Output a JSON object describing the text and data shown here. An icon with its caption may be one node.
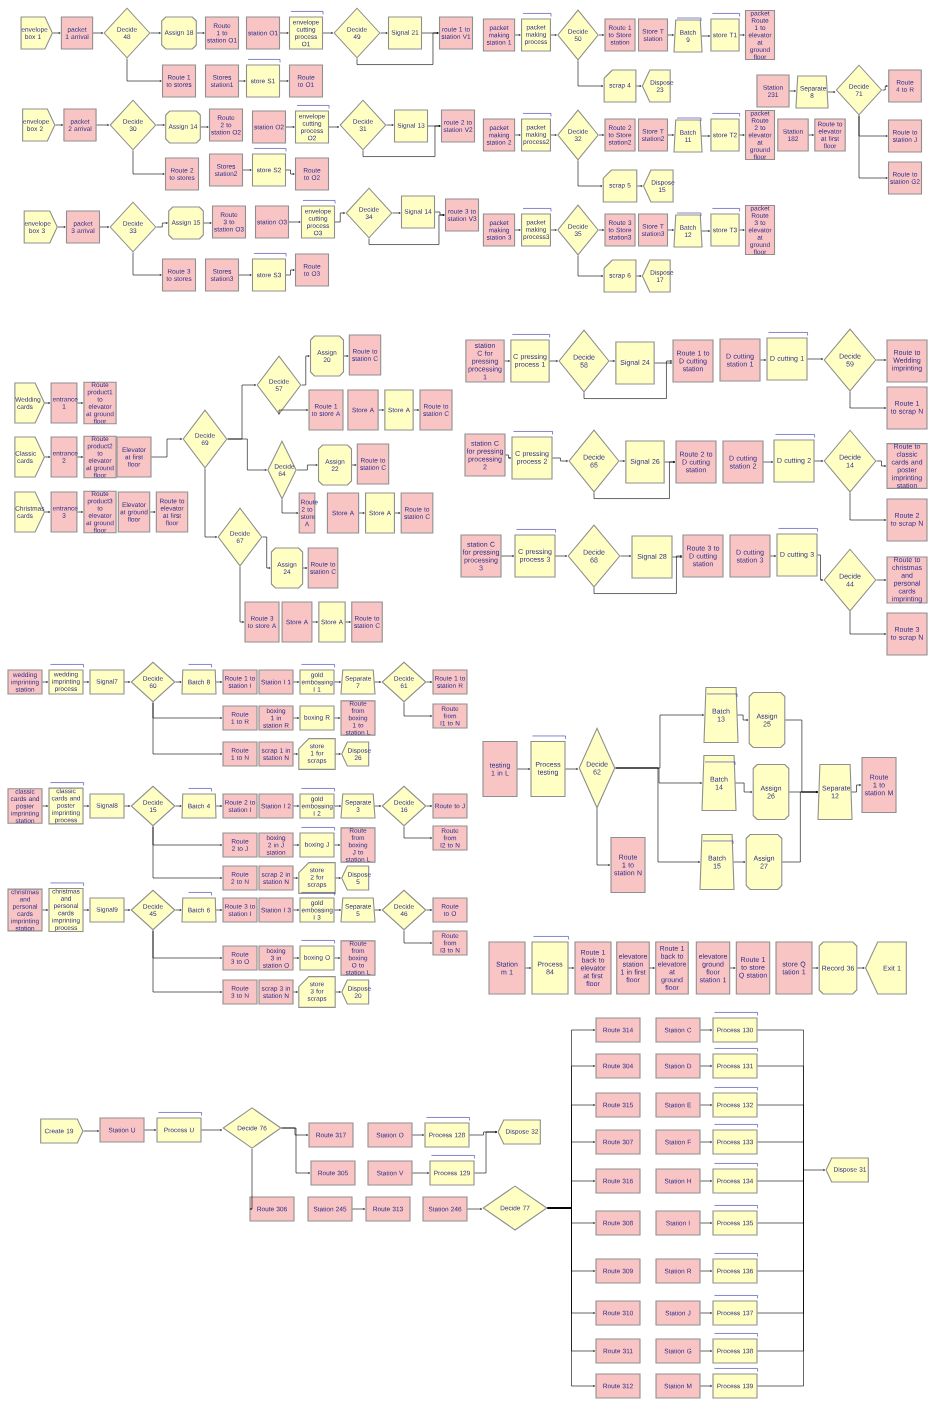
{
  "diagram": {
    "nodes": [
      {
        "text": [
          "envelope box 1"
        ]
      },
      {
        "text": [
          "packet 1 arrival"
        ]
      },
      {
        "text": [
          "Decide 48"
        ]
      },
      {
        "text": [
          "Assign 18"
        ]
      },
      {
        "text": [
          "Route 1 to station O1"
        ]
      },
      {
        "text": [
          "station O1"
        ]
      },
      {
        "text": [
          "envelope cutting process O1"
        ]
      },
      {
        "text": [
          "Decide 49"
        ]
      },
      {
        "text": [
          "Signal 21"
        ]
      },
      {
        "text": [
          "route 1 to station V1"
        ]
      },
      {
        "text": [
          "Route 1 to stores"
        ]
      },
      {
        "text": [
          "Stores station1"
        ]
      },
      {
        "text": [
          "store S1"
        ]
      },
      {
        "text": [
          "Route to O1"
        ]
      },
      {
        "text": [
          "envelope box 2"
        ]
      },
      {
        "text": [
          "packet 2 arrival"
        ]
      },
      {
        "text": [
          "Decide 30"
        ]
      },
      {
        "text": [
          "Assign 14"
        ]
      },
      {
        "text": [
          "Route 2 to station O2"
        ]
      },
      {
        "text": [
          "station O2"
        ]
      },
      {
        "text": [
          "envelope cutting process O2"
        ]
      },
      {
        "text": [
          "Decide 31"
        ]
      },
      {
        "text": [
          "Signal 13"
        ]
      },
      {
        "text": [
          "route 2 to station V2"
        ]
      },
      {
        "text": [
          "Route 2 to stores"
        ]
      },
      {
        "text": [
          "Stores station2"
        ]
      },
      {
        "text": [
          "store S2"
        ]
      },
      {
        "text": [
          "Route to O2"
        ]
      },
      {
        "text": [
          "envelope box 3"
        ]
      },
      {
        "text": [
          "packet 3 arrival"
        ]
      },
      {
        "text": [
          "Decide 33"
        ]
      },
      {
        "text": [
          "Assign 15"
        ]
      },
      {
        "text": [
          "Route 3 to station O3"
        ]
      },
      {
        "text": [
          "station O3"
        ]
      },
      {
        "text": [
          "envelope cutting process O3"
        ]
      },
      {
        "text": [
          "Decide 34"
        ]
      },
      {
        "text": [
          "Signal 14"
        ]
      },
      {
        "text": [
          "route 3 to station V3"
        ]
      },
      {
        "text": [
          "Route 3 to stores"
        ]
      },
      {
        "text": [
          "Stores station3"
        ]
      },
      {
        "text": [
          "store S3"
        ]
      },
      {
        "text": [
          "Route to O3"
        ]
      },
      {
        "text": [
          "packet making station 1"
        ]
      },
      {
        "text": [
          "packet making process"
        ]
      },
      {
        "text": [
          "Decide 50"
        ]
      },
      {
        "text": [
          "Route 1 to Store station"
        ]
      },
      {
        "text": [
          "Store T station"
        ]
      },
      {
        "text": [
          "Batch 9"
        ]
      },
      {
        "text": [
          "store T1"
        ]
      },
      {
        "text": [
          "packet Route 1 to elevator at ground floor"
        ]
      },
      {
        "text": [
          "scrap 4"
        ]
      },
      {
        "text": [
          "Dispose 23"
        ]
      },
      {
        "text": [
          "packet making station 2"
        ]
      },
      {
        "text": [
          "packet making process2"
        ]
      },
      {
        "text": [
          "Decide 32"
        ]
      },
      {
        "text": [
          "Route 2 to Store station2"
        ]
      },
      {
        "text": [
          "Store T station2"
        ]
      },
      {
        "text": [
          "Batch 11"
        ]
      },
      {
        "text": [
          "store T2"
        ]
      },
      {
        "text": [
          "packet Route 2 to elevator at ground floor"
        ]
      },
      {
        "text": [
          "Station 182"
        ]
      },
      {
        "text": [
          "Route to elevator at first floor"
        ]
      },
      {
        "text": [
          "scrap 5"
        ]
      },
      {
        "text": [
          "Dispose 15"
        ]
      },
      {
        "text": [
          "packet making station 3"
        ]
      },
      {
        "text": [
          "packet making process3"
        ]
      },
      {
        "text": [
          "Decide 35"
        ]
      },
      {
        "text": [
          "Route 3 to Store station3"
        ]
      },
      {
        "text": [
          "Store T station3"
        ]
      },
      {
        "text": [
          "Batch 12"
        ]
      },
      {
        "text": [
          "store T3"
        ]
      },
      {
        "text": [
          "packet Route 3 to elevator at ground floor"
        ]
      },
      {
        "text": [
          "scrap 6"
        ]
      },
      {
        "text": [
          "Dispose 17"
        ]
      },
      {
        "text": [
          "Station 231"
        ]
      },
      {
        "text": [
          "Separate 8"
        ]
      },
      {
        "text": [
          "Decide 71"
        ]
      },
      {
        "text": [
          "Route 4 to R"
        ]
      },
      {
        "text": [
          "Route to station J"
        ]
      },
      {
        "text": [
          "Route to station G2"
        ]
      },
      {
        "text": [
          "Wedding cards"
        ]
      },
      {
        "text": [
          "entrance 1"
        ]
      },
      {
        "text": [
          "Route product1 to elevator at ground floor"
        ]
      },
      {
        "text": [
          "Classic cards"
        ]
      },
      {
        "text": [
          "entrance 2"
        ]
      },
      {
        "text": [
          "Route product2 to elevator at ground floor"
        ]
      },
      {
        "text": [
          "Elevator at first floor"
        ]
      },
      {
        "text": [
          "Christmas cards"
        ]
      },
      {
        "text": [
          "entrance 3"
        ]
      },
      {
        "text": [
          "Route product3 to elevator at ground floor"
        ]
      },
      {
        "text": [
          "Elevator at ground floor"
        ]
      },
      {
        "text": [
          "Route to elevator at first floor"
        ]
      },
      {
        "text": [
          "Decide 69"
        ]
      },
      {
        "text": [
          "Decide 57"
        ]
      },
      {
        "text": [
          "Assign 20"
        ]
      },
      {
        "text": [
          "Route to station C"
        ]
      },
      {
        "text": [
          "Route 1 to store A"
        ]
      },
      {
        "text": [
          "Store A"
        ]
      },
      {
        "text": [
          "Store A"
        ]
      },
      {
        "text": [
          "Route to station C"
        ]
      },
      {
        "text": [
          "Decide 64"
        ]
      },
      {
        "text": [
          "Assign 22"
        ]
      },
      {
        "text": [
          "Route to station C"
        ]
      },
      {
        "text": [
          "Route 2 to store A"
        ]
      },
      {
        "text": [
          "Store A"
        ]
      },
      {
        "text": [
          "Store A"
        ]
      },
      {
        "text": [
          "Route to station C"
        ]
      },
      {
        "text": [
          "Decide 67"
        ]
      },
      {
        "text": [
          "Assign 24"
        ]
      },
      {
        "text": [
          "Route to station C"
        ]
      },
      {
        "text": [
          "Route 3 to store A"
        ]
      },
      {
        "text": [
          "Store A"
        ]
      },
      {
        "text": [
          "Store A"
        ]
      },
      {
        "text": [
          "Route to station C"
        ]
      },
      {
        "text": [
          "station C for pressing processing 1"
        ]
      },
      {
        "text": [
          "C pressing process 1"
        ]
      },
      {
        "text": [
          "Decide 58"
        ]
      },
      {
        "text": [
          "Signal 24"
        ]
      },
      {
        "text": [
          "Route 1 to D cutting station"
        ]
      },
      {
        "text": [
          "D cutting station 1"
        ]
      },
      {
        "text": [
          "D cutting 1"
        ]
      },
      {
        "text": [
          "Decide 59"
        ]
      },
      {
        "text": [
          "Route to Wedding imprinting"
        ]
      },
      {
        "text": [
          "Route 1 to scrap N"
        ]
      },
      {
        "text": [
          "station C for pressing processing 2"
        ]
      },
      {
        "text": [
          "C pressing process 2"
        ]
      },
      {
        "text": [
          "Decide 65"
        ]
      },
      {
        "text": [
          "Signal 26"
        ]
      },
      {
        "text": [
          "Route 2 to D cutting station"
        ]
      },
      {
        "text": [
          "D cutting station 2"
        ]
      },
      {
        "text": [
          "D cutting 2"
        ]
      },
      {
        "text": [
          "Decide 14"
        ]
      },
      {
        "text": [
          "Route to classic cards and poster imprinting station"
        ]
      },
      {
        "text": [
          "Route 2 to scrap N"
        ]
      },
      {
        "text": [
          "station C for pressing processing 3"
        ]
      },
      {
        "text": [
          "C pressing process 3"
        ]
      },
      {
        "text": [
          "Decide 68"
        ]
      },
      {
        "text": [
          "Signal 28"
        ]
      },
      {
        "text": [
          "Route 3 to D cutting station"
        ]
      },
      {
        "text": [
          "D cutting station 3"
        ]
      },
      {
        "text": [
          "D cutting 3"
        ]
      },
      {
        "text": [
          "Decide 44"
        ]
      },
      {
        "text": [
          "Route to christmas and personal cards imprinting"
        ]
      },
      {
        "text": [
          "Route 3 to scrap N"
        ]
      },
      {
        "text": [
          "wedding imprinting station"
        ]
      },
      {
        "text": [
          "wedding imprinting process"
        ]
      },
      {
        "text": [
          "Signal7"
        ]
      },
      {
        "text": [
          "Decide 60"
        ]
      },
      {
        "text": [
          "Batch 8"
        ]
      },
      {
        "text": [
          "Route 1 to station I"
        ]
      },
      {
        "text": [
          "Station I 1"
        ]
      },
      {
        "text": [
          "gold embossing I 1"
        ]
      },
      {
        "text": [
          "Separate 7"
        ]
      },
      {
        "text": [
          "Decide 61"
        ]
      },
      {
        "text": [
          "Route 1 to station R"
        ]
      },
      {
        "text": [
          "Route from I1 to N"
        ]
      },
      {
        "text": [
          "Route 1 to R"
        ]
      },
      {
        "text": [
          "boxing 1 in station R"
        ]
      },
      {
        "text": [
          "boxing R"
        ]
      },
      {
        "text": [
          "Route from boxing 1 to station L"
        ]
      },
      {
        "text": [
          "Route 1 to N"
        ]
      },
      {
        "text": [
          "scrap 1 in station N"
        ]
      },
      {
        "text": [
          "store 1 for scraps"
        ]
      },
      {
        "text": [
          "Dispose 26"
        ]
      },
      {
        "text": [
          "classic cards and poster imprinting station"
        ]
      },
      {
        "text": [
          "classic cards and poster imprinting process"
        ]
      },
      {
        "text": [
          "Signal8"
        ]
      },
      {
        "text": [
          "Decide 15"
        ]
      },
      {
        "text": [
          "Batch 4"
        ]
      },
      {
        "text": [
          "Route 2 to station I"
        ]
      },
      {
        "text": [
          "Station I 2"
        ]
      },
      {
        "text": [
          "gold embossing I 2"
        ]
      },
      {
        "text": [
          "Separate 3"
        ]
      },
      {
        "text": [
          "Decide 16"
        ]
      },
      {
        "text": [
          "Route to J"
        ]
      },
      {
        "text": [
          "Route from I2 to N"
        ]
      },
      {
        "text": [
          "Route 2 to J"
        ]
      },
      {
        "text": [
          "boxing 2 in J station"
        ]
      },
      {
        "text": [
          "boxing J"
        ]
      },
      {
        "text": [
          "Route from boxing J to station L"
        ]
      },
      {
        "text": [
          "Route 2 to N"
        ]
      },
      {
        "text": [
          "scrap 2 in station N"
        ]
      },
      {
        "text": [
          "store 2 for scraps"
        ]
      },
      {
        "text": [
          "Dispose 5"
        ]
      },
      {
        "text": [
          "christmas and personal cards imprinting station"
        ]
      },
      {
        "text": [
          "christmas and personal cards imprinting process"
        ]
      },
      {
        "text": [
          "Signal9"
        ]
      },
      {
        "text": [
          "Decide 45"
        ]
      },
      {
        "text": [
          "Batch 6"
        ]
      },
      {
        "text": [
          "Route 3 to station I"
        ]
      },
      {
        "text": [
          "Station I 3"
        ]
      },
      {
        "text": [
          "gold embossing I 3"
        ]
      },
      {
        "text": [
          "Separate 5"
        ]
      },
      {
        "text": [
          "Decide 46"
        ]
      },
      {
        "text": [
          "Route to O"
        ]
      },
      {
        "text": [
          "Route from I3 to N"
        ]
      },
      {
        "text": [
          "Route 3 to O"
        ]
      },
      {
        "text": [
          "boxing 3 in station O"
        ]
      },
      {
        "text": [
          "boxing O"
        ]
      },
      {
        "text": [
          "Route from boxing O to station L"
        ]
      },
      {
        "text": [
          "Route 3 to N"
        ]
      },
      {
        "text": [
          "scrap 3 in station N"
        ]
      },
      {
        "text": [
          "store 3 for scraps"
        ]
      },
      {
        "text": [
          "Dispose 20"
        ]
      },
      {
        "text": [
          "testing 1 in L"
        ]
      },
      {
        "text": [
          "Process testing"
        ]
      },
      {
        "text": [
          "Decide 62"
        ]
      },
      {
        "text": [
          "Batch 13"
        ]
      },
      {
        "text": [
          "Assign 25"
        ]
      },
      {
        "text": [
          "Batch 14"
        ]
      },
      {
        "text": [
          "Assign 26"
        ]
      },
      {
        "text": [
          "Batch 15"
        ]
      },
      {
        "text": [
          "Assign 27"
        ]
      },
      {
        "text": [
          "Separate 12"
        ]
      },
      {
        "text": [
          "Route 1 to station M"
        ]
      },
      {
        "text": [
          "Route 1 to station N"
        ]
      },
      {
        "text": [
          "Station m 1"
        ]
      },
      {
        "text": [
          "Process 84"
        ]
      },
      {
        "text": [
          "Route 1 back to elevator at first floor"
        ]
      },
      {
        "text": [
          "elevatore station 1 in first floor"
        ]
      },
      {
        "text": [
          "Route 1 back to elevatore at ground floor"
        ]
      },
      {
        "text": [
          "elevatore ground floor station 1"
        ]
      },
      {
        "text": [
          "Route 1 to store Q station"
        ]
      },
      {
        "text": [
          "store Q tation 1"
        ]
      },
      {
        "text": [
          "Record 36"
        ]
      },
      {
        "text": [
          "Exit 1"
        ]
      },
      {
        "text": [
          "Create 19"
        ]
      },
      {
        "text": [
          "Station U"
        ]
      },
      {
        "text": [
          "Process U"
        ]
      },
      {
        "text": [
          "Decide 76"
        ]
      },
      {
        "text": [
          "Route 317"
        ]
      },
      {
        "text": [
          "Station O"
        ]
      },
      {
        "text": [
          "Process 128"
        ]
      },
      {
        "text": [
          "Dispose 32"
        ]
      },
      {
        "text": [
          "Route 305"
        ]
      },
      {
        "text": [
          "Station V"
        ]
      },
      {
        "text": [
          "Process 129"
        ]
      },
      {
        "text": [
          "Route 306"
        ]
      },
      {
        "text": [
          "Station 245"
        ]
      },
      {
        "text": [
          "Route 313"
        ]
      },
      {
        "text": [
          "Station 246"
        ]
      },
      {
        "text": [
          "Decide 77"
        ]
      },
      {
        "text": [
          "Route 314"
        ]
      },
      {
        "text": [
          "Station C"
        ]
      },
      {
        "text": [
          "Process 130"
        ]
      },
      {
        "text": [
          "Route 304"
        ]
      },
      {
        "text": [
          "Station D"
        ]
      },
      {
        "text": [
          "Process 131"
        ]
      },
      {
        "text": [
          "Route 315"
        ]
      },
      {
        "text": [
          "Station E"
        ]
      },
      {
        "text": [
          "Process 132"
        ]
      },
      {
        "text": [
          "Route 307"
        ]
      },
      {
        "text": [
          "Station F"
        ]
      },
      {
        "text": [
          "Process 133"
        ]
      },
      {
        "text": [
          "Route 316"
        ]
      },
      {
        "text": [
          "Station H"
        ]
      },
      {
        "text": [
          "Process 134"
        ]
      },
      {
        "text": [
          "Route 308"
        ]
      },
      {
        "text": [
          "Station I"
        ]
      },
      {
        "text": [
          "Process 135"
        ]
      },
      {
        "text": [
          "Route 309"
        ]
      },
      {
        "text": [
          "Station R"
        ]
      },
      {
        "text": [
          "Process 136"
        ]
      },
      {
        "text": [
          "Route 310"
        ]
      },
      {
        "text": [
          "Station J"
        ]
      },
      {
        "text": [
          "Process 137"
        ]
      },
      {
        "text": [
          "Route 311"
        ]
      },
      {
        "text": [
          "Station G"
        ]
      },
      {
        "text": [
          "Process 138"
        ]
      },
      {
        "text": [
          "Route 312"
        ]
      },
      {
        "text": [
          "Station M"
        ]
      },
      {
        "text": [
          "Process 139"
        ]
      },
      {
        "text": [
          "Dispose 31"
        ]
      }
    ],
    "edges": [
      {
        "from": 0,
        "to": 1,
        "arrow": "to"
      },
      {
        "from": 1,
        "to": 2,
        "arrow": "to"
      },
      {
        "from": 2,
        "to": 3,
        "arrow": "to"
      },
      {
        "from": 3,
        "to": 4,
        "arrow": "to"
      },
      {
        "from": 2,
        "to": 10,
        "arrow": "to"
      },
      {
        "from": 5,
        "to": 6,
        "arrow": "to"
      },
      {
        "from": 6,
        "to": 7,
        "arrow": "to"
      },
      {
        "from": 7,
        "to": 8,
        "arrow": "to"
      },
      {
        "from": 8,
        "to": 9,
        "arrow": "to"
      },
      {
        "from": 7,
        "to": 9,
        "arrow": "to"
      },
      {
        "from": 11,
        "to": 12,
        "arrow": "to"
      },
      {
        "from": 12,
        "to": 13,
        "arrow": "to"
      },
      {
        "from": 14,
        "to": 15,
        "arrow": "to"
      },
      {
        "from": 15,
        "to": 16,
        "arrow": "to"
      },
      {
        "from": 16,
        "to": 17,
        "arrow": "to"
      },
      {
        "from": 17,
        "to": 18,
        "arrow": "to"
      },
      {
        "from": 16,
        "to": 24,
        "arrow": "to"
      },
      {
        "from": 19,
        "to": 20,
        "arrow": "to"
      },
      {
        "from": 20,
        "to": 21,
        "arrow": "to"
      },
      {
        "from": 21,
        "to": 22,
        "arrow": "to"
      },
      {
        "from": 22,
        "to": 23,
        "arrow": "to"
      },
      {
        "from": 21,
        "to": 23,
        "arrow": "to"
      },
      {
        "from": 25,
        "to": 26,
        "arrow": "to"
      },
      {
        "from": 26,
        "to": 27,
        "arrow": "to"
      },
      {
        "from": 28,
        "to": 29,
        "arrow": "to"
      },
      {
        "from": 29,
        "to": 30,
        "arrow": "to"
      },
      {
        "from": 30,
        "to": 31,
        "arrow": "to"
      },
      {
        "from": 31,
        "to": 32,
        "arrow": "to"
      },
      {
        "from": 30,
        "to": 38,
        "arrow": "to"
      },
      {
        "from": 33,
        "to": 34,
        "arrow": "to"
      },
      {
        "from": 34,
        "to": 35,
        "arrow": "to"
      },
      {
        "from": 35,
        "to": 36,
        "arrow": "to"
      },
      {
        "from": 36,
        "to": 37,
        "arrow": "to"
      },
      {
        "from": 35,
        "to": 37,
        "arrow": "to"
      },
      {
        "from": 39,
        "to": 40,
        "arrow": "to"
      },
      {
        "from": 40,
        "to": 41,
        "arrow": "to"
      },
      {
        "from": 42,
        "to": 43,
        "arrow": "to"
      },
      {
        "from": 43,
        "to": 44,
        "arrow": "to"
      },
      {
        "from": 44,
        "to": 45,
        "arrow": "to"
      },
      {
        "from": 44,
        "to": 50,
        "arrow": "to"
      },
      {
        "from": 46,
        "to": 47,
        "arrow": "to"
      },
      {
        "from": 47,
        "to": 48,
        "arrow": "to"
      },
      {
        "from": 48,
        "to": 49,
        "arrow": "to"
      },
      {
        "from": 50,
        "to": 51,
        "arrow": "to"
      },
      {
        "from": 52,
        "to": 53,
        "arrow": "to"
      },
      {
        "from": 53,
        "to": 54,
        "arrow": "to"
      },
      {
        "from": 54,
        "to": 55,
        "arrow": "to"
      },
      {
        "from": 54,
        "to": 62,
        "arrow": "to"
      },
      {
        "from": 56,
        "to": 57,
        "arrow": "to"
      },
      {
        "from": 57,
        "to": 58,
        "arrow": "to"
      },
      {
        "from": 58,
        "to": 59,
        "arrow": "to"
      },
      {
        "from": 60,
        "to": 61,
        "arrow": "to"
      },
      {
        "from": 62,
        "to": 63,
        "arrow": "to"
      },
      {
        "from": 64,
        "to": 65,
        "arrow": "to"
      },
      {
        "from": 65,
        "to": 66,
        "arrow": "to"
      },
      {
        "from": 66,
        "to": 67,
        "arrow": "to"
      },
      {
        "from": 66,
        "to": 72,
        "arrow": "to"
      },
      {
        "from": 68,
        "to": 69,
        "arrow": "to"
      },
      {
        "from": 69,
        "to": 70,
        "arrow": "to"
      },
      {
        "from": 70,
        "to": 71,
        "arrow": "to"
      },
      {
        "from": 72,
        "to": 73,
        "arrow": "to"
      },
      {
        "from": 74,
        "to": 75,
        "arrow": "to"
      },
      {
        "from": 75,
        "to": 76,
        "arrow": "to"
      },
      {
        "from": 76,
        "to": 77,
        "arrow": "to"
      },
      {
        "from": 76,
        "to": 78,
        "arrow": "to"
      },
      {
        "from": 76,
        "to": 79,
        "arrow": "to"
      },
      {
        "from": 80,
        "to": 81,
        "arrow": "to"
      },
      {
        "from": 81,
        "to": 82,
        "arrow": "to"
      },
      {
        "from": 83,
        "to": 84,
        "arrow": "to"
      },
      {
        "from": 84,
        "to": 85,
        "arrow": "to"
      },
      {
        "from": 86,
        "to": 92,
        "arrow": "to"
      },
      {
        "from": 87,
        "to": 88,
        "arrow": "to"
      },
      {
        "from": 88,
        "to": 89,
        "arrow": "to"
      },
      {
        "from": 90,
        "to": 91,
        "arrow": "to"
      },
      {
        "from": 92,
        "to": 93,
        "arrow": "to"
      },
      {
        "from": 92,
        "to": 100,
        "arrow": "to"
      },
      {
        "from": 92,
        "to": 107,
        "arrow": "to"
      },
      {
        "from": 93,
        "to": 94,
        "arrow": "to"
      },
      {
        "from": 94,
        "to": 95,
        "arrow": "to"
      },
      {
        "from": 93,
        "to": 96,
        "arrow": "to"
      },
      {
        "from": 97,
        "to": 98,
        "arrow": "to"
      },
      {
        "from": 98,
        "to": 99,
        "arrow": "to"
      },
      {
        "from": 100,
        "to": 101,
        "arrow": "to"
      },
      {
        "from": 101,
        "to": 102,
        "arrow": "to"
      },
      {
        "from": 100,
        "to": 103,
        "arrow": "to"
      },
      {
        "from": 104,
        "to": 105,
        "arrow": "to"
      },
      {
        "from": 105,
        "to": 106,
        "arrow": "to"
      },
      {
        "from": 107,
        "to": 108,
        "arrow": "to"
      },
      {
        "from": 108,
        "to": 109,
        "arrow": "to"
      },
      {
        "from": 107,
        "to": 110,
        "arrow": "to"
      },
      {
        "from": 111,
        "to": 112,
        "arrow": "to"
      },
      {
        "from": 112,
        "to": 113,
        "arrow": "to"
      },
      {
        "from": 114,
        "to": 115,
        "arrow": "to"
      },
      {
        "from": 115,
        "to": 116,
        "arrow": "to"
      },
      {
        "from": 116,
        "to": 117,
        "arrow": "to"
      },
      {
        "from": 117,
        "to": 118,
        "arrow": "to"
      },
      {
        "from": 116,
        "to": 118,
        "arrow": "to"
      },
      {
        "from": 119,
        "to": 120,
        "arrow": "to"
      },
      {
        "from": 120,
        "to": 121,
        "arrow": "to"
      },
      {
        "from": 121,
        "to": 122,
        "arrow": "to"
      },
      {
        "from": 121,
        "to": 123,
        "arrow": "to"
      },
      {
        "from": 124,
        "to": 125,
        "arrow": "to"
      },
      {
        "from": 125,
        "to": 126,
        "arrow": "to"
      },
      {
        "from": 126,
        "to": 127,
        "arrow": "to"
      },
      {
        "from": 127,
        "to": 128,
        "arrow": "to"
      },
      {
        "from": 126,
        "to": 128,
        "arrow": "to"
      },
      {
        "from": 129,
        "to": 130,
        "arrow": "to"
      },
      {
        "from": 130,
        "to": 131,
        "arrow": "to"
      },
      {
        "from": 131,
        "to": 132,
        "arrow": "to"
      },
      {
        "from": 131,
        "to": 133,
        "arrow": "to"
      },
      {
        "from": 134,
        "to": 135,
        "arrow": "to"
      },
      {
        "from": 135,
        "to": 136,
        "arrow": "to"
      },
      {
        "from": 136,
        "to": 137,
        "arrow": "to"
      },
      {
        "from": 137,
        "to": 138,
        "arrow": "to"
      },
      {
        "from": 136,
        "to": 138,
        "arrow": "to"
      },
      {
        "from": 139,
        "to": 140,
        "arrow": "to"
      },
      {
        "from": 140,
        "to": 141,
        "arrow": "to"
      },
      {
        "from": 141,
        "to": 142,
        "arrow": "to"
      },
      {
        "from": 141,
        "to": 143,
        "arrow": "to"
      },
      {
        "from": 144,
        "to": 145,
        "arrow": "to"
      },
      {
        "from": 145,
        "to": 146,
        "arrow": "to"
      },
      {
        "from": 146,
        "to": 147,
        "arrow": "to"
      },
      {
        "from": 147,
        "to": 148,
        "arrow": "to"
      },
      {
        "from": 147,
        "to": 156,
        "arrow": "to"
      },
      {
        "from": 147,
        "to": 160,
        "arrow": "to"
      },
      {
        "from": 148,
        "to": 149,
        "arrow": "to"
      },
      {
        "from": 150,
        "to": 151,
        "arrow": "to"
      },
      {
        "from": 151,
        "to": 152,
        "arrow": "to"
      },
      {
        "from": 152,
        "to": 153,
        "arrow": "to"
      },
      {
        "from": 153,
        "to": 154,
        "arrow": "to"
      },
      {
        "from": 153,
        "to": 155,
        "arrow": "to"
      },
      {
        "from": 157,
        "to": 158,
        "arrow": "to"
      },
      {
        "from": 158,
        "to": 159,
        "arrow": "to"
      },
      {
        "from": 161,
        "to": 162,
        "arrow": "to"
      },
      {
        "from": 162,
        "to": 163,
        "arrow": "to"
      },
      {
        "from": 164,
        "to": 165,
        "arrow": "to"
      },
      {
        "from": 165,
        "to": 166,
        "arrow": "to"
      },
      {
        "from": 166,
        "to": 167,
        "arrow": "to"
      },
      {
        "from": 167,
        "to": 168,
        "arrow": "to"
      },
      {
        "from": 167,
        "to": 176,
        "arrow": "to"
      },
      {
        "from": 167,
        "to": 180,
        "arrow": "to"
      },
      {
        "from": 168,
        "to": 169,
        "arrow": "to"
      },
      {
        "from": 170,
        "to": 171,
        "arrow": "to"
      },
      {
        "from": 171,
        "to": 172,
        "arrow": "to"
      },
      {
        "from": 172,
        "to": 173,
        "arrow": "to"
      },
      {
        "from": 173,
        "to": 174,
        "arrow": "to"
      },
      {
        "from": 173,
        "to": 175,
        "arrow": "to"
      },
      {
        "from": 177,
        "to": 178,
        "arrow": "to"
      },
      {
        "from": 178,
        "to": 179,
        "arrow": "to"
      },
      {
        "from": 181,
        "to": 182,
        "arrow": "to"
      },
      {
        "from": 182,
        "to": 183,
        "arrow": "to"
      },
      {
        "from": 184,
        "to": 185,
        "arrow": "to"
      },
      {
        "from": 185,
        "to": 186,
        "arrow": "to"
      },
      {
        "from": 186,
        "to": 187,
        "arrow": "to"
      },
      {
        "from": 187,
        "to": 188,
        "arrow": "to"
      },
      {
        "from": 187,
        "to": 196,
        "arrow": "to"
      },
      {
        "from": 187,
        "to": 200,
        "arrow": "to"
      },
      {
        "from": 188,
        "to": 189,
        "arrow": "to"
      },
      {
        "from": 190,
        "to": 191,
        "arrow": "to"
      },
      {
        "from": 191,
        "to": 192,
        "arrow": "to"
      },
      {
        "from": 192,
        "to": 193,
        "arrow": "to"
      },
      {
        "from": 193,
        "to": 194,
        "arrow": "to"
      },
      {
        "from": 193,
        "to": 195,
        "arrow": "to"
      },
      {
        "from": 197,
        "to": 198,
        "arrow": "to"
      },
      {
        "from": 198,
        "to": 199,
        "arrow": "to"
      },
      {
        "from": 201,
        "to": 202,
        "arrow": "to"
      },
      {
        "from": 202,
        "to": 203,
        "arrow": "to"
      },
      {
        "from": 204,
        "to": 205,
        "arrow": "to"
      },
      {
        "from": 205,
        "to": 206,
        "arrow": "to"
      },
      {
        "from": 206,
        "to": 207,
        "arrow": "to"
      },
      {
        "from": 206,
        "to": 209,
        "arrow": "to"
      },
      {
        "from": 206,
        "to": 211,
        "arrow": "to"
      },
      {
        "from": 206,
        "to": 215,
        "arrow": "to"
      },
      {
        "from": 207,
        "to": 208,
        "arrow": "to"
      },
      {
        "from": 209,
        "to": 210,
        "arrow": "to"
      },
      {
        "from": 211,
        "to": 212,
        "arrow": "to"
      },
      {
        "from": 208,
        "to": 213,
        "arrow": "to"
      },
      {
        "from": 210,
        "to": 213,
        "arrow": "to"
      },
      {
        "from": 212,
        "to": 213,
        "arrow": "to"
      },
      {
        "from": 213,
        "to": 214,
        "arrow": "to"
      },
      {
        "from": 216,
        "to": 217,
        "arrow": "to"
      },
      {
        "from": 217,
        "to": 218,
        "arrow": "to"
      },
      {
        "from": 219,
        "to": 220,
        "arrow": "to"
      },
      {
        "from": 221,
        "to": 222,
        "arrow": "to"
      },
      {
        "from": 223,
        "to": 224,
        "arrow": "to"
      },
      {
        "from": 224,
        "to": 225,
        "arrow": "to"
      },
      {
        "from": 226,
        "to": 227,
        "arrow": "to"
      },
      {
        "from": 227,
        "to": 228,
        "arrow": "to"
      },
      {
        "from": 228,
        "to": 229,
        "arrow": "to"
      },
      {
        "from": 229,
        "to": 230,
        "arrow": "to"
      },
      {
        "from": 229,
        "to": 234,
        "arrow": "to"
      },
      {
        "from": 229,
        "to": 237,
        "arrow": "to"
      },
      {
        "from": 231,
        "to": 232,
        "arrow": "to"
      },
      {
        "from": 232,
        "to": 233,
        "arrow": "to"
      },
      {
        "from": 235,
        "to": 236,
        "arrow": "to"
      },
      {
        "from": 236,
        "to": 233,
        "arrow": "to"
      },
      {
        "from": 238,
        "to": 239,
        "arrow": "to"
      },
      {
        "from": 240,
        "to": 241,
        "arrow": "to"
      },
      {
        "from": 241,
        "to": 242,
        "arrow": "to"
      },
      {
        "from": 241,
        "to": 245,
        "arrow": "to"
      },
      {
        "from": 241,
        "to": 248,
        "arrow": "to"
      },
      {
        "from": 241,
        "to": 251,
        "arrow": "to"
      },
      {
        "from": 241,
        "to": 254,
        "arrow": "to"
      },
      {
        "from": 241,
        "to": 257,
        "arrow": "to"
      },
      {
        "from": 241,
        "to": 260,
        "arrow": "to"
      },
      {
        "from": 241,
        "to": 263,
        "arrow": "to"
      },
      {
        "from": 241,
        "to": 266,
        "arrow": "to"
      },
      {
        "from": 241,
        "to": 269,
        "arrow": "to"
      },
      {
        "from": 243,
        "to": 244,
        "arrow": "to"
      },
      {
        "from": 246,
        "to": 247,
        "arrow": "to"
      },
      {
        "from": 249,
        "to": 250,
        "arrow": "to"
      },
      {
        "from": 252,
        "to": 253,
        "arrow": "to"
      },
      {
        "from": 255,
        "to": 256,
        "arrow": "to"
      },
      {
        "from": 258,
        "to": 259,
        "arrow": "to"
      },
      {
        "from": 261,
        "to": 262,
        "arrow": "to"
      },
      {
        "from": 264,
        "to": 265,
        "arrow": "to"
      },
      {
        "from": 267,
        "to": 268,
        "arrow": "to"
      },
      {
        "from": 270,
        "to": 271,
        "arrow": "to"
      },
      {
        "from": 244,
        "to": 272,
        "arrow": "to"
      },
      {
        "from": 247,
        "to": 272,
        "arrow": "to"
      },
      {
        "from": 250,
        "to": 272,
        "arrow": "to"
      },
      {
        "from": 253,
        "to": 272,
        "arrow": "to"
      },
      {
        "from": 256,
        "to": 272,
        "arrow": "to"
      },
      {
        "from": 259,
        "to": 272,
        "arrow": "to"
      },
      {
        "from": 262,
        "to": 272,
        "arrow": "to"
      },
      {
        "from": 265,
        "to": 272,
        "arrow": "to"
      },
      {
        "from": 268,
        "to": 272,
        "arrow": "to"
      },
      {
        "from": 271,
        "to": 272,
        "arrow": "to"
      }
    ]
  }
}
